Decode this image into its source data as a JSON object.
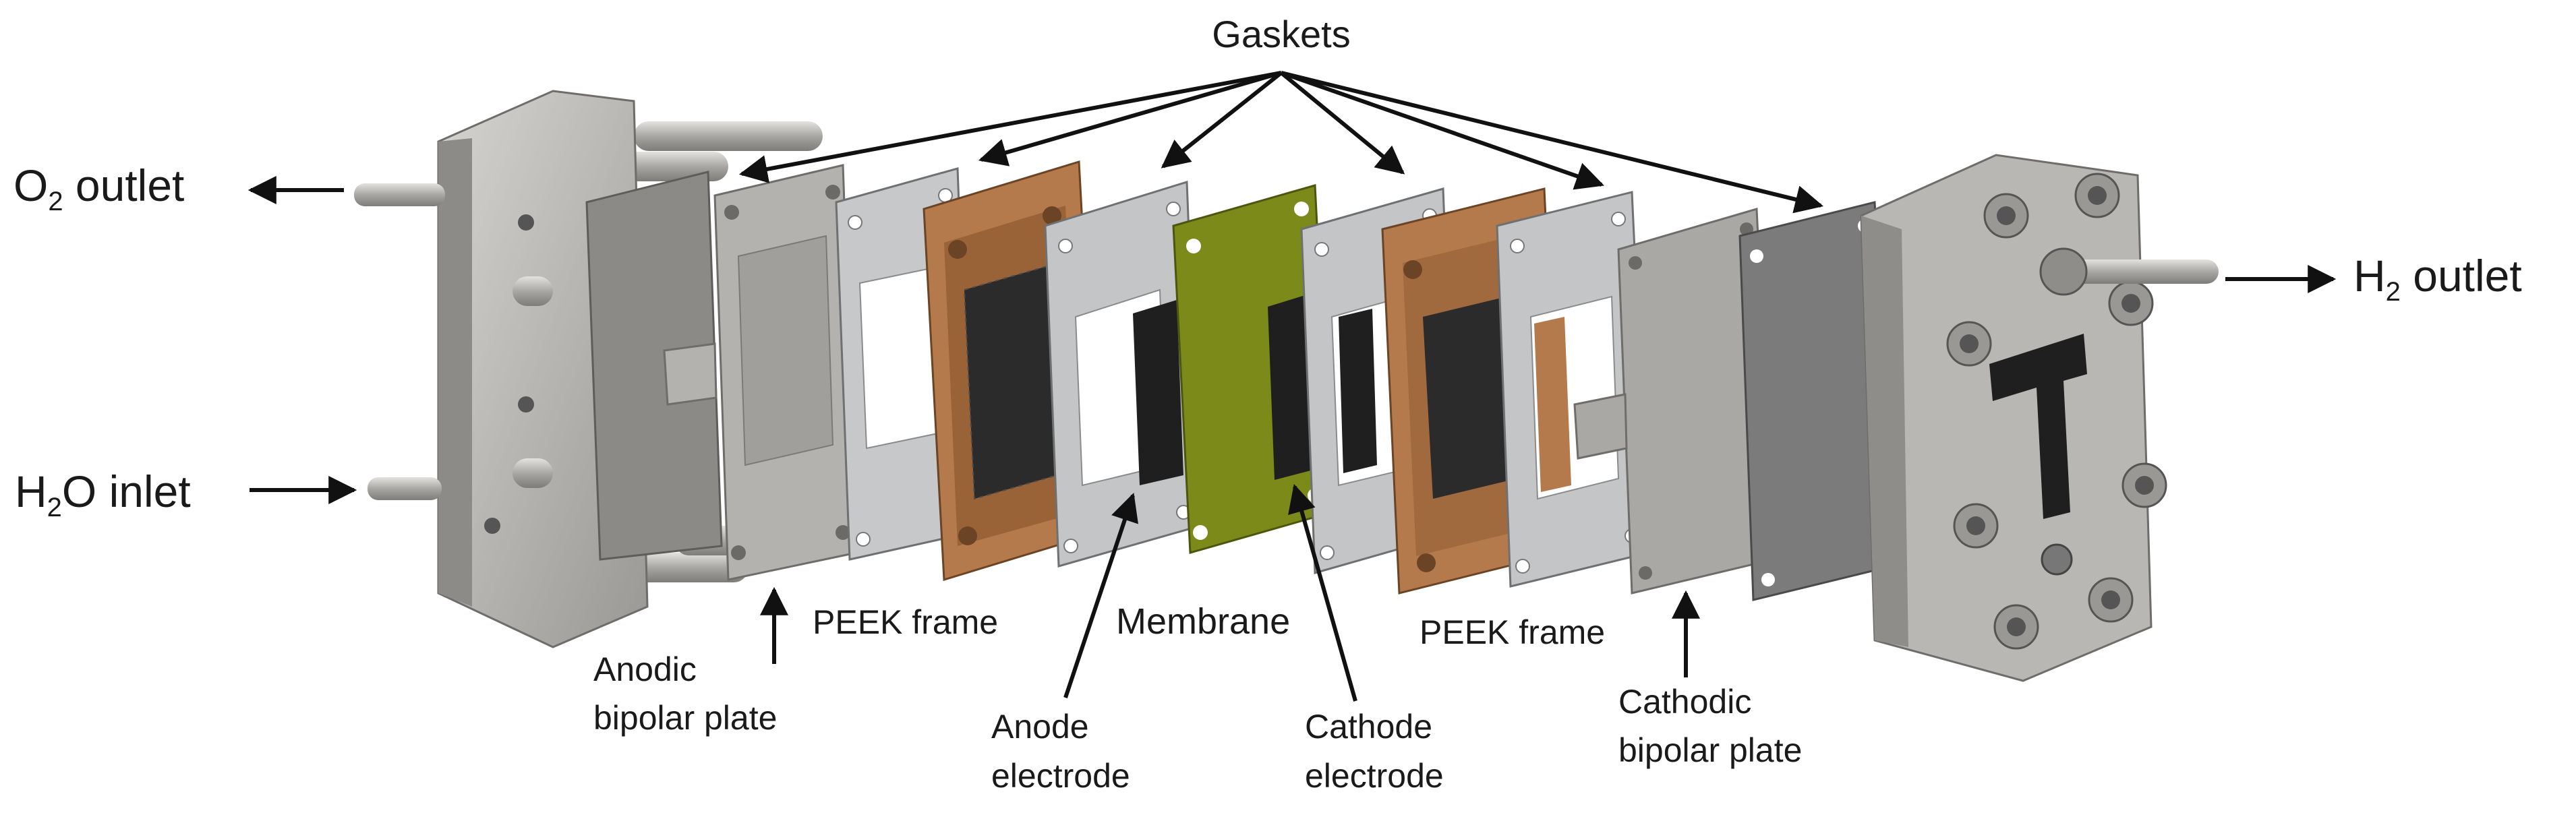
{
  "labels": {
    "gaskets": "Gaskets",
    "o2_outlet_prefix": "O",
    "o2_outlet_sub": "2",
    "o2_outlet_suffix": " outlet",
    "h2o_inlet_prefix": "H",
    "h2o_inlet_sub": "2",
    "h2o_inlet_suffix": "O inlet",
    "h2_outlet_prefix": "H",
    "h2_outlet_sub": "2",
    "h2_outlet_suffix": " outlet",
    "peek_frame_left": "PEEK frame",
    "membrane": "Membrane",
    "peek_frame_right": "PEEK frame",
    "anodic_line1": "Anodic",
    "anodic_line2": "bipolar plate",
    "anode_line1": "Anode",
    "anode_line2": "electrode",
    "cathode_line1": "Cathode",
    "cathode_line2": "electrode",
    "cathodic_line1": "Cathodic",
    "cathodic_line2": "bipolar plate"
  },
  "colors": {
    "end_plate": "#b9b7b3",
    "end_plate_dark": "#8f8d89",
    "bipolar_plate": "#a7a6a3",
    "gasket": "#c4c5c7",
    "peek": "#b57a4b",
    "felt": "#2b2b2b",
    "electrode": "#1f1f1f",
    "membrane": "#7c8a1a",
    "arrow": "#111111"
  }
}
